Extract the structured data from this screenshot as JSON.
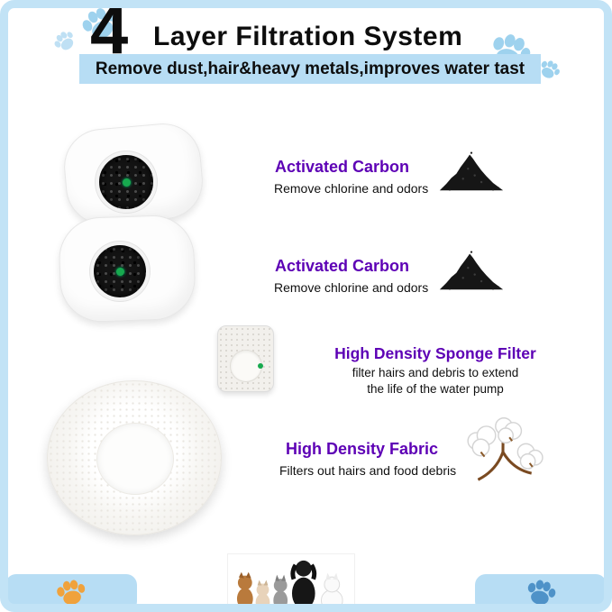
{
  "header": {
    "number": "4",
    "title": "Layer Filtration System",
    "banner": "Remove dust,hair&heavy metals,improves water tast"
  },
  "annotations": [
    {
      "heading": "Activated Carbon",
      "lines": [
        "Remove chlorine and odors"
      ]
    },
    {
      "heading": "Activated Carbon",
      "lines": [
        "Remove chlorine and odors"
      ]
    },
    {
      "heading": "High Density Sponge Filter",
      "lines": [
        "filter hairs and debris to extend",
        "the life of the water pump"
      ]
    },
    {
      "heading": "High Density Fabric",
      "lines": [
        "Filters out hairs and food debris"
      ]
    }
  ],
  "colors": {
    "frame_blue": "#c2e3f6",
    "banner_blue": "#b7ddf4",
    "heading_purple": "#5d00b5",
    "paw_light_blue": "#9ed2ee",
    "paw_orange": "#f0a23c",
    "paw_dark_blue": "#4e92c8",
    "carbon_black": "#141414",
    "indicator_green": "#17a94e"
  },
  "icons": {
    "paw": "paw-icon",
    "carbon_pile": "carbon-granules-icon",
    "cotton": "cotton-boll-icon",
    "pets": "pets-photo"
  }
}
